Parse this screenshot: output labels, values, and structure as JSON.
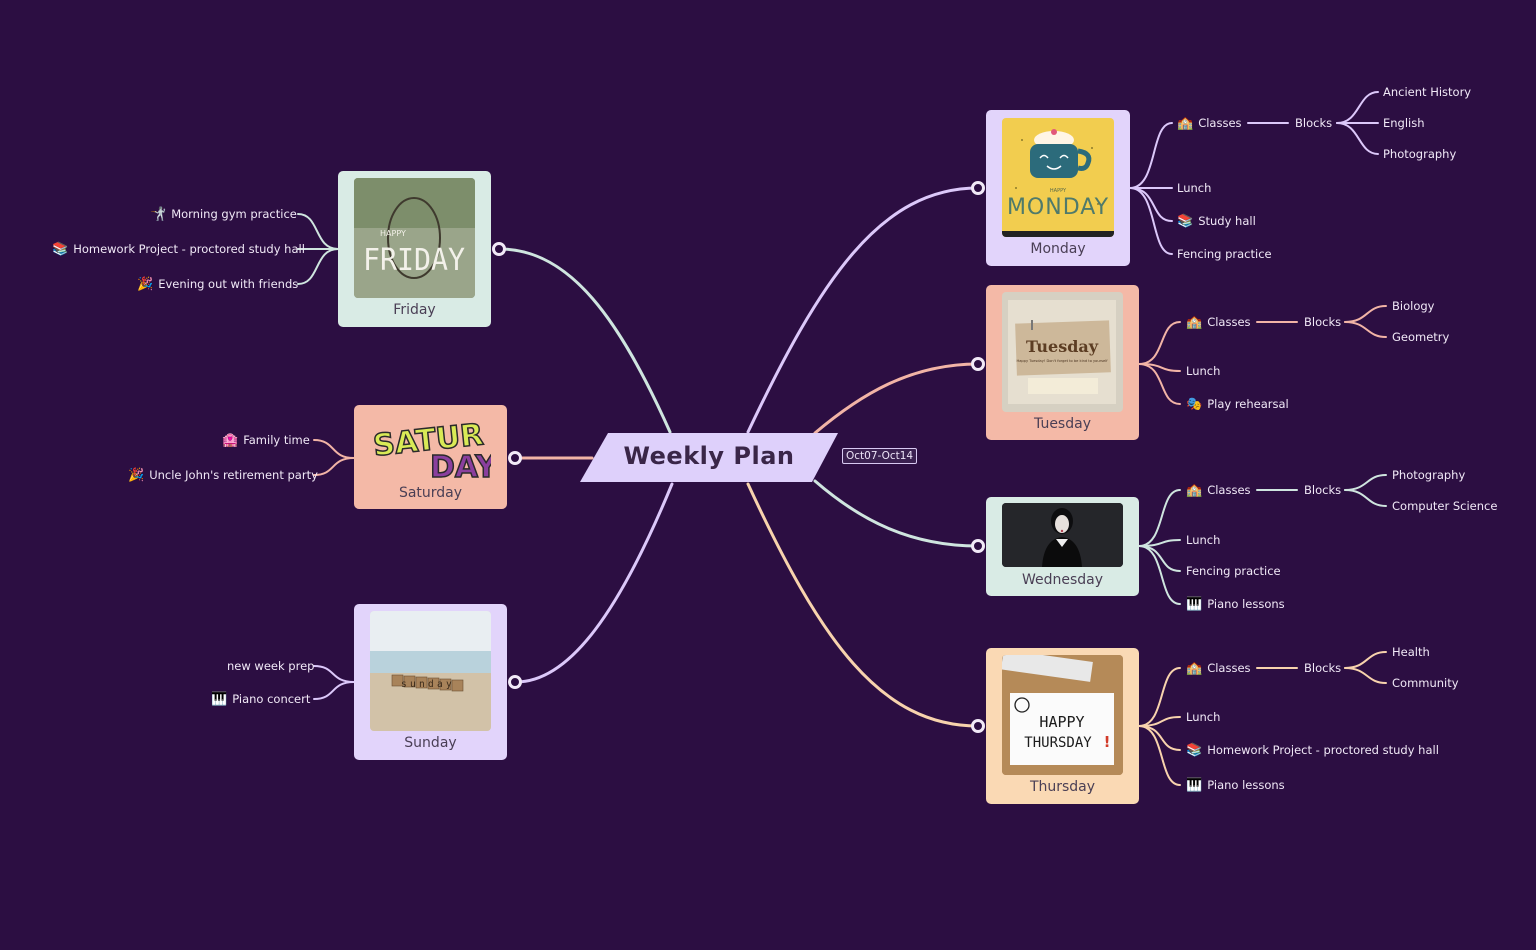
{
  "title": "Weekly Plan",
  "date_range": "Oct07-Oct14",
  "colors": {
    "background": "#2c0e42",
    "lavender": "#e2d4fb",
    "peach": "#f4b9a7",
    "mint": "#d9ebe5",
    "apricot": "#fad9b4"
  },
  "days": {
    "monday": {
      "label": "Monday",
      "image": {
        "top": "HAPPY",
        "word": "MONDAY"
      },
      "items": {
        "classes": "Classes",
        "blocks": "Blocks",
        "subjects": [
          "Ancient History",
          "English",
          "Photography"
        ],
        "lunch": "Lunch",
        "study_hall": "Study hall",
        "fencing": "Fencing practice"
      }
    },
    "tuesday": {
      "label": "Tuesday",
      "image": {
        "word": "Tuesday",
        "tagline": "Happy Tuesday! Don't forget to be kind to yourself"
      },
      "items": {
        "classes": "Classes",
        "blocks": "Blocks",
        "subjects": [
          "Biology",
          "Geometry"
        ],
        "lunch": "Lunch",
        "play": "Play rehearsal"
      }
    },
    "wednesday": {
      "label": "Wednesday",
      "items": {
        "classes": "Classes",
        "blocks": "Blocks",
        "subjects": [
          "Photography",
          "Computer Science"
        ],
        "lunch": "Lunch",
        "fencing": "Fencing practice",
        "piano": "Piano lessons"
      }
    },
    "thursday": {
      "label": "Thursday",
      "image": {
        "line1": "HAPPY",
        "line2": "THURSDAY",
        "mark": "!"
      },
      "items": {
        "classes": "Classes",
        "blocks": "Blocks",
        "subjects": [
          "Health",
          "Community"
        ],
        "lunch": "Lunch",
        "homework": "Homework Project - proctored study hall",
        "piano": "Piano lessons"
      }
    },
    "friday": {
      "label": "Friday",
      "image": {
        "top": "HAPPY",
        "word": "FRIDAY"
      },
      "items": {
        "gym": "Morning gym practice",
        "homework": "Homework Project - proctored study hall",
        "evening": "Evening out with friends"
      }
    },
    "saturday": {
      "label": "Saturday",
      "image": {
        "word1": "SATUR",
        "word2": "DAY"
      },
      "items": {
        "family": "Family time",
        "party": "Uncle John's retirement party"
      }
    },
    "sunday": {
      "label": "Sunday",
      "image": {
        "word": "sunday"
      },
      "items": {
        "prep": "new week prep",
        "concert": "Piano concert"
      }
    }
  }
}
